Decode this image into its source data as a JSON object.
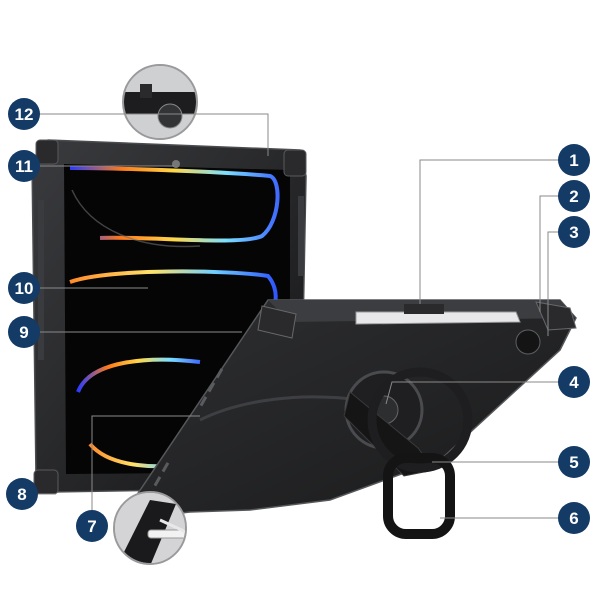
{
  "colors": {
    "callout_fill": "#143a66",
    "callout_text": "#ffffff",
    "leader_line": "#8a8a8a",
    "case_dark": "#1c1c1e",
    "case_mid": "#2b2c2e",
    "case_edge": "#55575a",
    "screen_black": "#050505"
  },
  "callouts": [
    {
      "id": "1",
      "label": "1"
    },
    {
      "id": "2",
      "label": "2"
    },
    {
      "id": "3",
      "label": "3"
    },
    {
      "id": "4",
      "label": "4"
    },
    {
      "id": "5",
      "label": "5"
    },
    {
      "id": "6",
      "label": "6"
    },
    {
      "id": "7",
      "label": "7"
    },
    {
      "id": "8",
      "label": "8"
    },
    {
      "id": "9",
      "label": "9"
    },
    {
      "id": "10",
      "label": "10"
    },
    {
      "id": "11",
      "label": "11"
    },
    {
      "id": "12",
      "label": "12"
    }
  ],
  "icons": {
    "detail_top": "hinge-detail-icon",
    "detail_bottom": "cable-detail-icon",
    "hand_strap": "hand-strap-icon",
    "stylus": "stylus-icon"
  }
}
